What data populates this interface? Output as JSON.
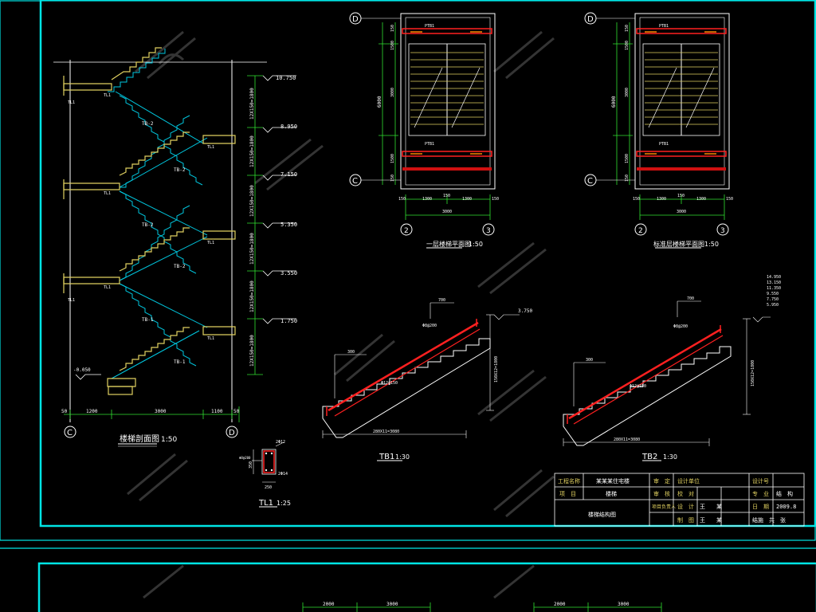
{
  "grid_labels": {
    "c": "C",
    "d": "D",
    "two": "2",
    "three": "3"
  },
  "section": {
    "title": "楼梯剖面图",
    "scale": "1:50",
    "elevations": [
      "10.750",
      "8.950",
      "7.150",
      "5.350",
      "3.550",
      "1.750",
      "-0.050"
    ],
    "flight_dims": [
      "12X150=1800",
      "12X150=1800",
      "12X150=1800",
      "12X150=1800",
      "12X150=1800",
      "12X150=1800"
    ],
    "bottom_dims": [
      "50",
      "1200",
      "3000",
      "1100",
      "50"
    ],
    "tb_labels": [
      "TB-2",
      "TB-2",
      "TB-2",
      "TB-2",
      "TB-1",
      "TB-1"
    ],
    "tl_labels": [
      "TL1",
      "TL1",
      "TL1",
      "TL1",
      "TL1",
      "TL1",
      "TL1",
      "TL1"
    ]
  },
  "plan1": {
    "title": "一层楼梯平面图",
    "scale": "1:50",
    "left_dims": [
      "150",
      "1500",
      "3000",
      "1500",
      "150"
    ],
    "total_left": "6000",
    "bottom_dims": [
      "150",
      "1300",
      "150",
      "1300",
      "150"
    ],
    "total_bottom": "3000",
    "slab_labels": [
      "PTB1",
      "PTB1"
    ]
  },
  "plan2": {
    "title": "标准层楼梯平面图",
    "scale": "1:50",
    "left_dims": [
      "150",
      "1500",
      "3000",
      "1500",
      "150"
    ],
    "total_left": "6000",
    "bottom_dims": [
      "150",
      "1300",
      "150",
      "1300",
      "150"
    ],
    "total_bottom": "3000",
    "slab_labels": [
      "PTB1",
      "PTB1"
    ]
  },
  "tb1": {
    "title": "TB1",
    "scale": "1:30",
    "elevation": "3.750",
    "span_dim": "280X11=3080",
    "rise_dim": "150X12=1800",
    "rebar_main": "Φ12@150",
    "rebar_dist": "Φ8@200",
    "top_dim": "700",
    "left_dim": "300"
  },
  "tb2": {
    "title": "TB2",
    "scale": "1:30",
    "elevations": [
      "14.950",
      "13.150",
      "11.350",
      "9.550",
      "7.750",
      "5.950"
    ],
    "span_dim": "280X11=3080",
    "rise_dim": "150X12=1800",
    "rebar_main": "Φ12@150",
    "rebar_dist": "Φ8@200",
    "top_dim": "700",
    "left_dim": "300"
  },
  "tl1": {
    "title": "TL1",
    "scale": "1:25",
    "height": "350",
    "width": "250",
    "top_bar": "2Φ12",
    "stirrup": "Φ8@200",
    "bottom_bar": "2Φ14"
  },
  "title_block": {
    "project_name_label": "工程名称",
    "project_name": "某某某住宅楼",
    "project_label": "项　目",
    "project": "楼梯",
    "drawing_name": "楼梯结构图",
    "approve_label": "审　定",
    "review_label": "审　核",
    "proofread_label": "校　对",
    "design_label": "设　计",
    "designer": "王　　某",
    "draw_label": "制　图",
    "drafter": "王　　某",
    "check_label": "项目负责人",
    "unit_label": "设计单位",
    "sheet_label": "设计号",
    "phase_label": "专　业",
    "phase": "结　构",
    "date_label": "日　期",
    "date": "2009.8",
    "sheet_no": "结施　共　张"
  },
  "lower_frame": {
    "dims": [
      "2000",
      "3000",
      "2000",
      "3000"
    ]
  },
  "colors": {
    "background": "#000000",
    "frame": "#00e5e5",
    "stair": "#e0d060",
    "flight": "#00c8e0",
    "line": "#ffffff",
    "rebar": "#e02020",
    "dim": "#30e030",
    "text": "#ffffff",
    "highlight": "#ff2020",
    "tag": "#ff8800",
    "watermark": "#3a3a3a"
  }
}
